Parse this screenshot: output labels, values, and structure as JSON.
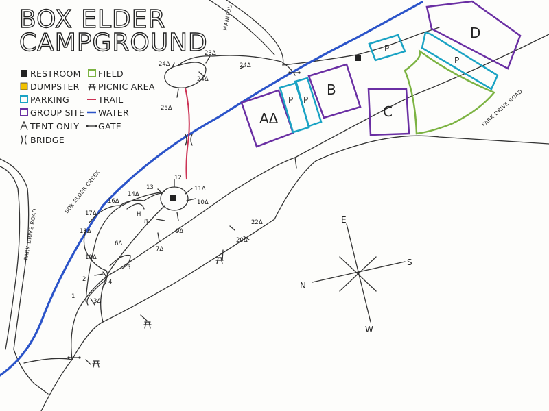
{
  "title": {
    "line1": "BOX ELDER",
    "line2": "CAMPGROUND"
  },
  "colors": {
    "water": "#2b54c9",
    "trail": "#cc3355",
    "parking": "#1aa3c4",
    "group_site": "#6a2fa3",
    "field": "#7cb342",
    "dumpster": "#f2c200",
    "restroom": "#222222",
    "ink": "#333333"
  },
  "legend": {
    "left": [
      {
        "symbol": "restroom",
        "label": "RESTROOM"
      },
      {
        "symbol": "dumpster",
        "label": "DUMPSTER"
      },
      {
        "symbol": "parking",
        "label": "PARKING"
      },
      {
        "symbol": "group-site",
        "label": "GROUP SITE"
      },
      {
        "symbol": "tent",
        "label": "TENT ONLY"
      },
      {
        "symbol": "bridge",
        "label": "BRIDGE"
      }
    ],
    "right": [
      {
        "symbol": "field",
        "label": "FIELD"
      },
      {
        "symbol": "picnic",
        "label": "PICNIC AREA"
      },
      {
        "symbol": "trail",
        "label": "TRAIL"
      },
      {
        "symbol": "water",
        "label": "WATER"
      },
      {
        "symbol": "gate",
        "label": "GATE"
      }
    ]
  },
  "water_label": "BOX ELDER CREEK",
  "roads": {
    "park_drive_left": "PARK DRIVE ROAD",
    "park_drive_right": "PARK DRIVE ROAD",
    "top": "MANITOU"
  },
  "group_sites": {
    "a": "AΔ",
    "b": "B",
    "c": "C",
    "d": "D"
  },
  "parking_label": "P",
  "sites": [
    "1",
    "2",
    "3Δ",
    "4",
    "5",
    "6Δ",
    "7Δ",
    "8",
    "9Δ",
    "10Δ",
    "11Δ",
    "12",
    "13",
    "14Δ",
    "16Δ",
    "17Δ",
    "18Δ",
    "19Δ",
    "20Δ",
    "22Δ",
    "23Δ",
    "24Δ",
    "24Δ",
    "25Δ",
    "H"
  ],
  "compass": {
    "n": "N",
    "e": "E",
    "s": "S",
    "w": "W"
  }
}
